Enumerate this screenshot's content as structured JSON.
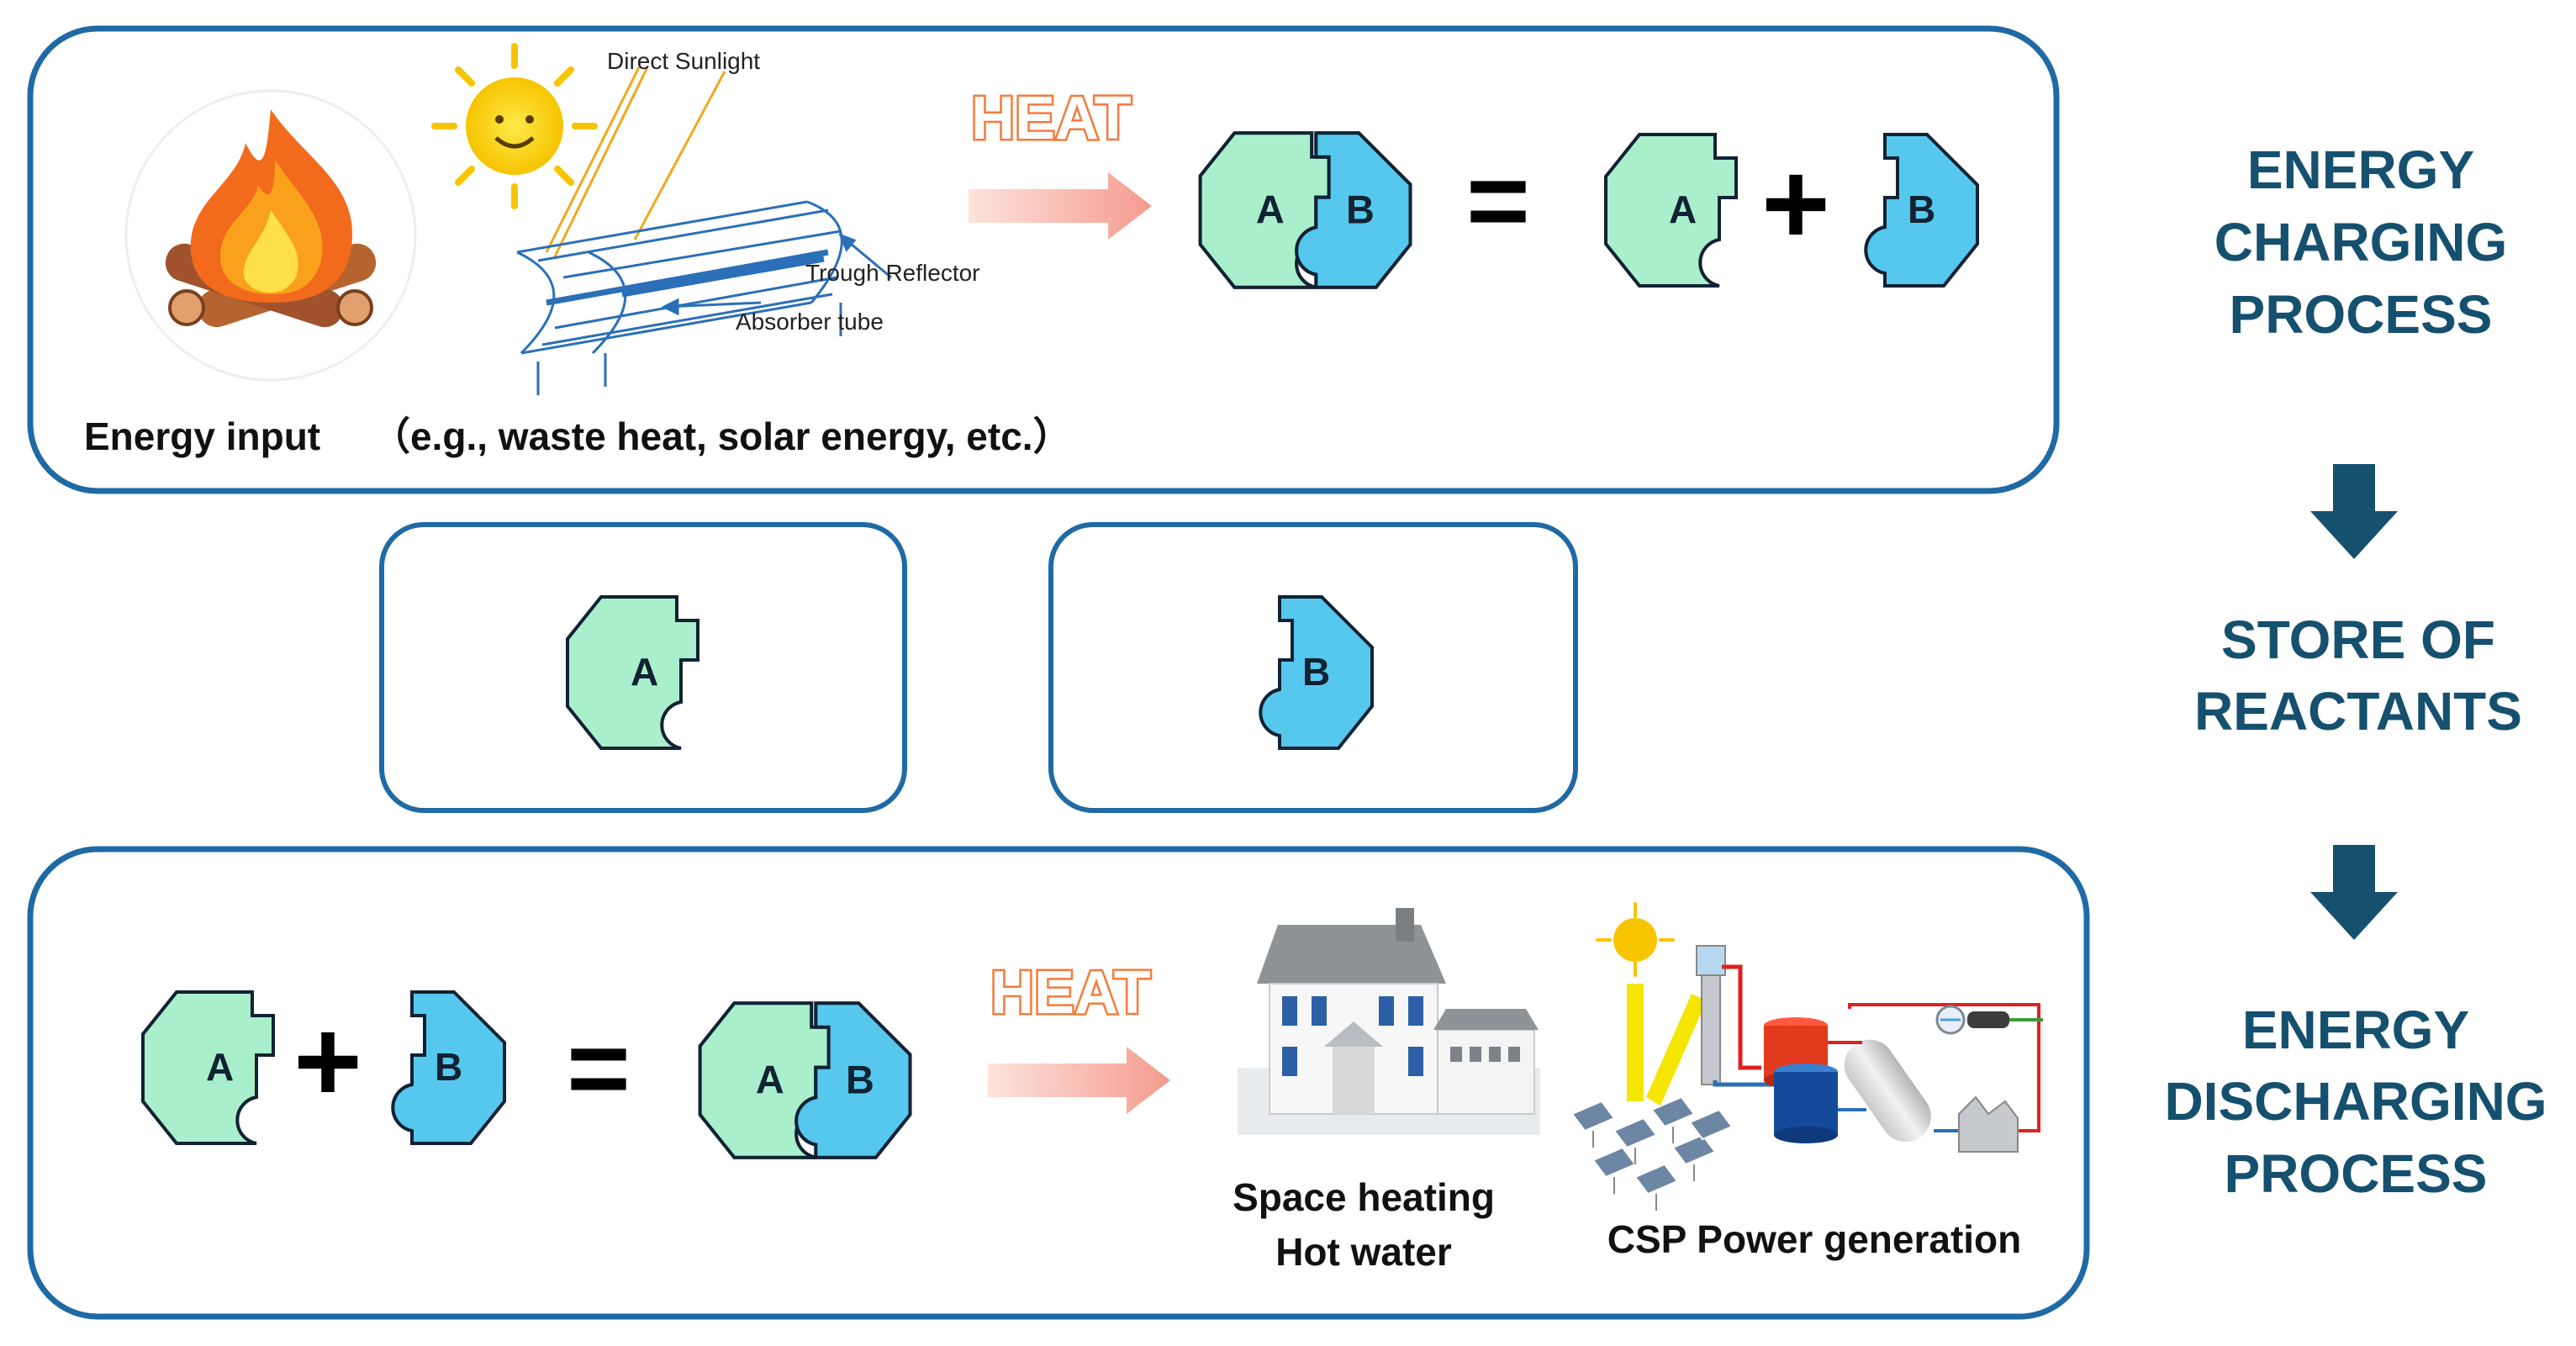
{
  "colors": {
    "box_border": "#1f6aa5",
    "side_text": "#16506f",
    "piece_a": "#a9efcc",
    "piece_b": "#56c8ee",
    "heat_text": "#f57a3a",
    "heat_arrow": "#f7a9a0"
  },
  "charging": {
    "heat_label": "HEAT",
    "energy_input": "Energy input",
    "examples": "（e.g., waste heat, solar energy, etc.）",
    "direct_sunlight": "Direct Sunlight",
    "trough_reflector": "Trough Reflector",
    "absorber_tube": "Absorber tube",
    "piece_a": "A",
    "piece_b": "B",
    "plus": "+",
    "equals": "="
  },
  "storage": {
    "piece_a": "A",
    "piece_b": "B"
  },
  "discharging": {
    "heat_label": "HEAT",
    "space_heating": "Space heating",
    "hot_water": "Hot water",
    "csp": "CSP Power generation",
    "piece_a": "A",
    "piece_b": "B",
    "plus": "+",
    "equals": "="
  },
  "side": {
    "charging": [
      "ENERGY",
      "CHARGING",
      "PROCESS"
    ],
    "store": [
      "STORE OF",
      "REACTANTS"
    ],
    "discharging": [
      "ENERGY",
      "DISCHARGING",
      "PROCESS"
    ]
  },
  "icons": [
    "fire-icon",
    "sun-icon",
    "trough-reflector-icon",
    "house-icon",
    "csp-plant-icon",
    "down-arrow-icon",
    "heat-arrow-icon"
  ]
}
